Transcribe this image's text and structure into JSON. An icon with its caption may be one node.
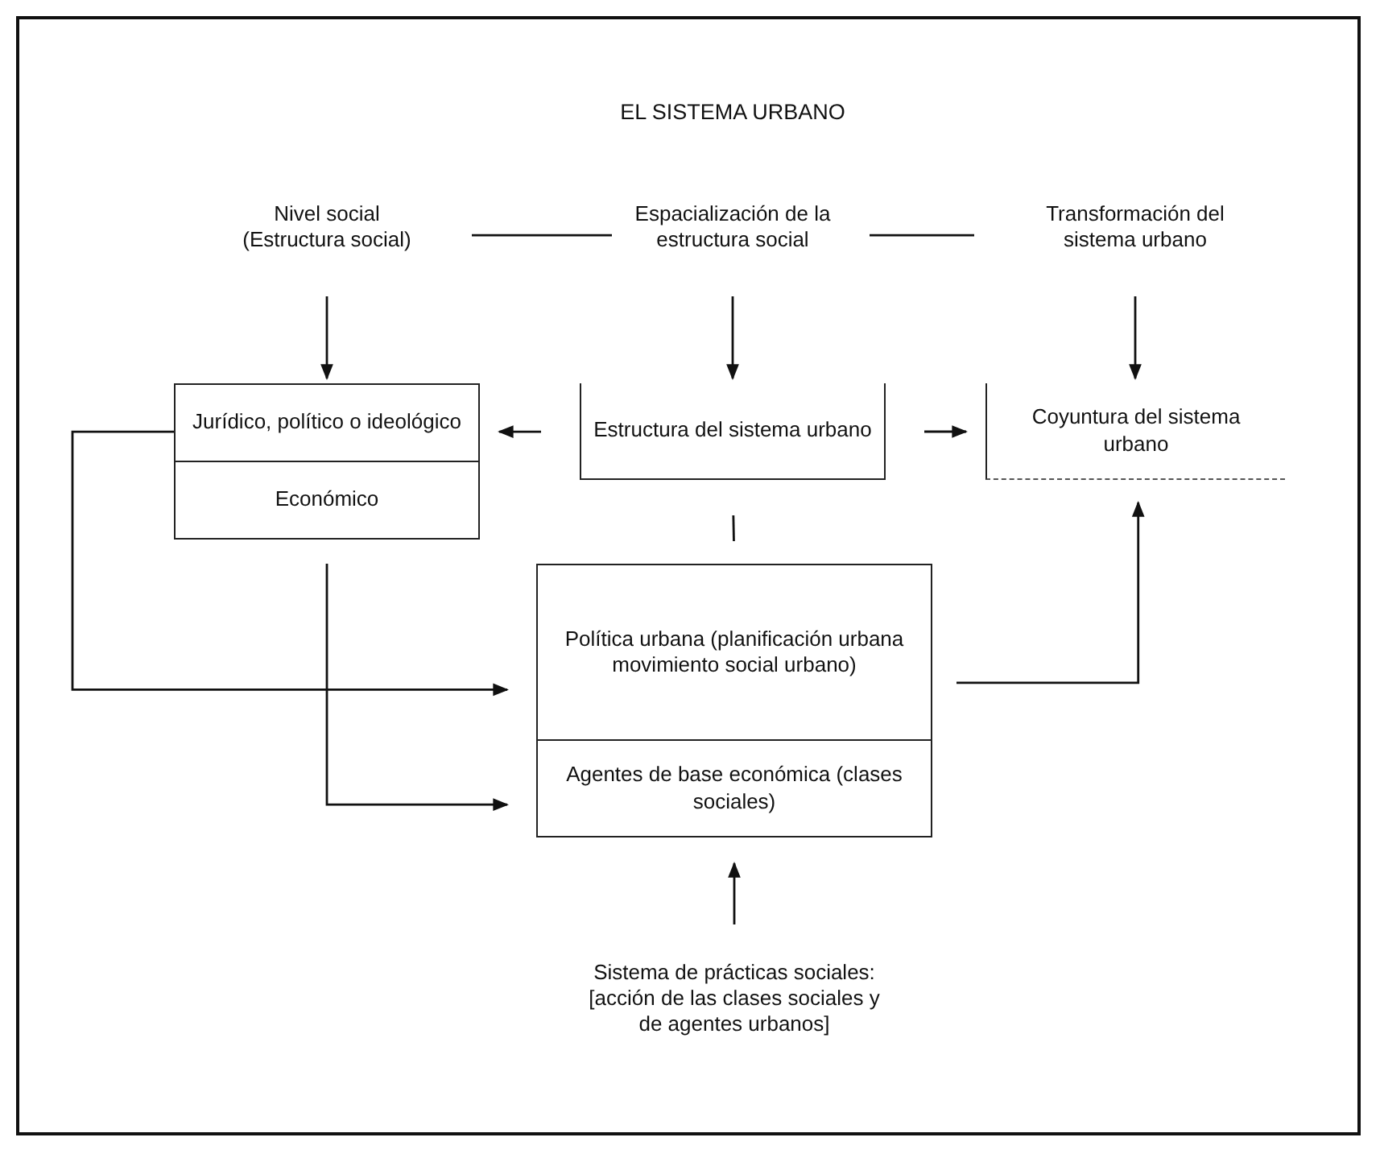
{
  "diagram": {
    "title": "EL SISTEMA URBANO",
    "nodes": [
      {
        "text": [
          "Nivel social (Estructura social)"
        ]
      },
      {
        "text": [
          "Espacialización de la estructura social"
        ]
      },
      {
        "text": [
          "Transformación del sistema urbano"
        ]
      },
      {
        "text": [
          "Jurídico, político o ideológico",
          "Económico"
        ]
      },
      {
        "text": [
          "Estructura del sistema urbano"
        ]
      },
      {
        "text": [
          "Coyuntura del sistema urbano"
        ]
      },
      {
        "text": [
          "Política urbana (planificación urbana movimiento social urbano)",
          "Agentes de base económica (clases sociales)"
        ]
      },
      {
        "text": [
          "Sistema de prácticas sociales: [acción de las clases sociales y de agentes urbanos]"
        ]
      }
    ],
    "edges": [
      {
        "from": 0,
        "to": 1,
        "arrow": "none"
      },
      {
        "from": 1,
        "to": 2,
        "arrow": "none"
      },
      {
        "from": 0,
        "to": 3,
        "arrow": "to"
      },
      {
        "from": 1,
        "to": 4,
        "arrow": "to"
      },
      {
        "from": 2,
        "to": 5,
        "arrow": "to"
      },
      {
        "from": 4,
        "to": 3,
        "arrow": "to"
      },
      {
        "from": 4,
        "to": 5,
        "arrow": "to"
      },
      {
        "from": 4,
        "to": 6,
        "arrow": "none"
      },
      {
        "from": 3,
        "to": 6,
        "arrow": "to"
      },
      {
        "from": 3,
        "to": 6,
        "arrow": "to"
      },
      {
        "from": 6,
        "to": 5,
        "arrow": "to"
      },
      {
        "from": 7,
        "to": 6,
        "arrow": "to"
      }
    ]
  }
}
